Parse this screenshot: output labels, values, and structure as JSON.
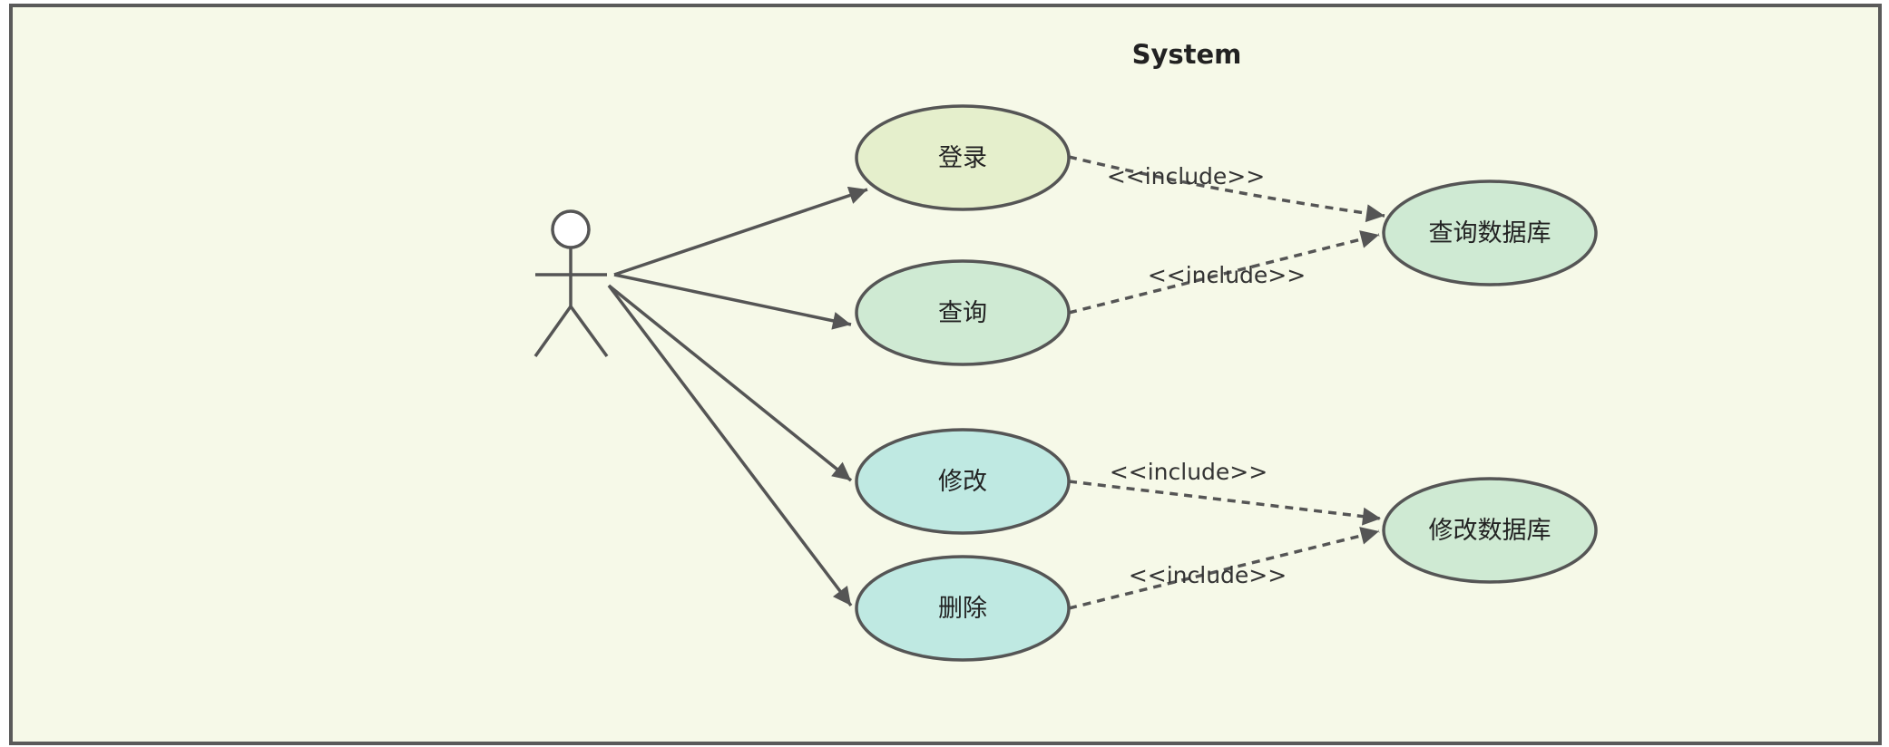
{
  "diagram": {
    "title": "System",
    "actor": {
      "name": ""
    },
    "use_cases": [
      {
        "id": "login",
        "label": "登录",
        "fill": "#e5efcc"
      },
      {
        "id": "query",
        "label": "查询",
        "fill": "#cfead3"
      },
      {
        "id": "modify",
        "label": "修改",
        "fill": "#bfe9e2"
      },
      {
        "id": "delete",
        "label": "删除",
        "fill": "#bfe9e2"
      },
      {
        "id": "query_db",
        "label": "查询数据库",
        "fill": "#cfead3"
      },
      {
        "id": "modify_db",
        "label": "修改数据库",
        "fill": "#cfead3"
      }
    ],
    "associations": [
      {
        "from": "actor",
        "to": "login"
      },
      {
        "from": "actor",
        "to": "query"
      },
      {
        "from": "actor",
        "to": "modify"
      },
      {
        "from": "actor",
        "to": "delete"
      }
    ],
    "includes": [
      {
        "from": "login",
        "to": "query_db",
        "label": "<<include>>"
      },
      {
        "from": "query",
        "to": "query_db",
        "label": "<<include>>"
      },
      {
        "from": "modify",
        "to": "modify_db",
        "label": "<<include>>"
      },
      {
        "from": "delete",
        "to": "modify_db",
        "label": "<<include>>"
      }
    ],
    "colors": {
      "background": "#f6f9e8",
      "stroke": "#555555"
    }
  }
}
